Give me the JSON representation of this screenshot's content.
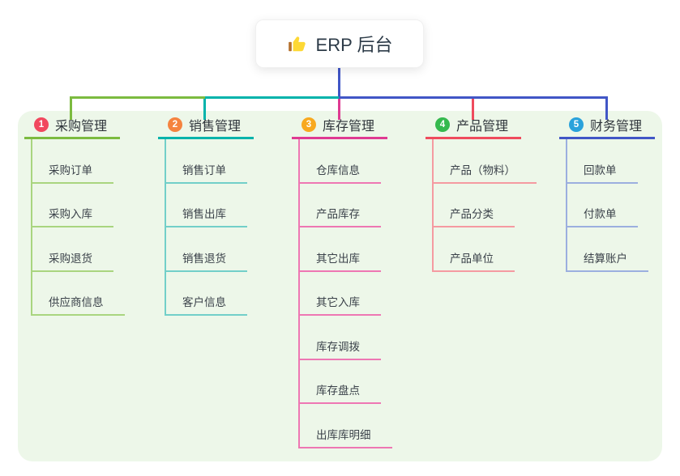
{
  "root": {
    "label": "ERP 后台",
    "icon": "thumbs-up-icon"
  },
  "panel_color": "#edf7e9",
  "trunk_color": "#4156c6",
  "branches": [
    {
      "badge": "1",
      "label": "采购管理",
      "badge_color": "#f1485e",
      "line_color": "#7cbb3f",
      "child_line_color": "#a9d57f",
      "children": [
        "采购订单",
        "采购入库",
        "采购退货",
        "供应商信息"
      ]
    },
    {
      "badge": "2",
      "label": "销售管理",
      "badge_color": "#f5833f",
      "line_color": "#00b3ab",
      "child_line_color": "#72cfc9",
      "children": [
        "销售订单",
        "销售出库",
        "销售退货",
        "客户信息"
      ]
    },
    {
      "badge": "3",
      "label": "库存管理",
      "badge_color": "#f8a91f",
      "line_color": "#df3a92",
      "child_line_color": "#ee77b3",
      "children": [
        "仓库信息",
        "产品库存",
        "其它出库",
        "其它入库",
        "库存调拨",
        "库存盘点",
        "出库库明细"
      ]
    },
    {
      "badge": "4",
      "label": "产品管理",
      "badge_color": "#35b94e",
      "line_color": "#ef4b5d",
      "child_line_color": "#f59aa1",
      "children": [
        "产品（物料）",
        "产品分类",
        "产品单位"
      ]
    },
    {
      "badge": "5",
      "label": "财务管理",
      "badge_color": "#2aa2db",
      "line_color": "#4156c6",
      "child_line_color": "#9cafdf",
      "children": [
        "回款单",
        "付款单",
        "结算账户"
      ]
    }
  ]
}
